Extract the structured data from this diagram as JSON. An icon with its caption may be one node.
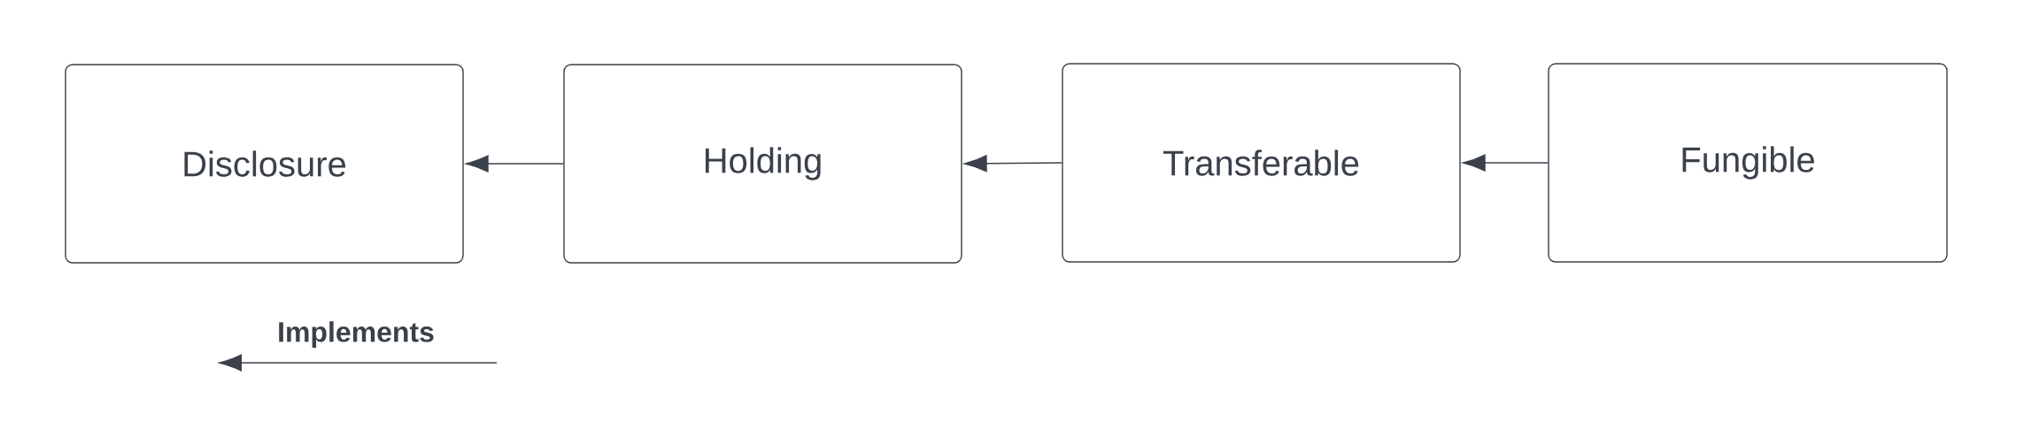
{
  "diagram": {
    "nodes": [
      {
        "text": [
          "Disclosure"
        ]
      },
      {
        "text": [
          "Holding"
        ]
      },
      {
        "text": [
          "Transferable"
        ]
      },
      {
        "text": [
          "Fungible"
        ]
      }
    ],
    "edges": [
      {
        "from": 1,
        "to": 0,
        "arrow": "to"
      },
      {
        "from": 2,
        "to": 1,
        "arrow": "to"
      },
      {
        "from": 3,
        "to": 2,
        "arrow": "to"
      }
    ],
    "legend": [
      {
        "text": "Implements"
      }
    ]
  }
}
